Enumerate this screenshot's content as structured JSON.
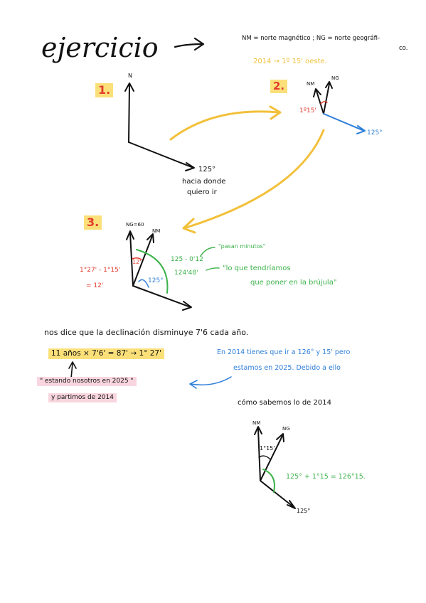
{
  "title": "ejercicio",
  "legend": {
    "nm_def": "NM = norte magnético ; NG = norte geográfi-",
    "nm_def_cont": "co.",
    "year_note": "2014 → 1º 15' oeste."
  },
  "step1": {
    "number": "1.",
    "north": "N",
    "angle": "125°",
    "caption_line1": "hacia donde",
    "caption_line2": "quiero ir"
  },
  "step2": {
    "number": "2.",
    "nm": "NM",
    "ng": "NG",
    "decl": "1º15'",
    "angle": "125°"
  },
  "step3": {
    "number": "3.",
    "ng": "NG=60",
    "nm": "NM",
    "angle_small": "12'",
    "angle": "125°",
    "calc_line1": "1°27' - 1°15'",
    "calc_line2": "= 12'",
    "sub": "125 - 0'12",
    "result": "124'48'",
    "note_minutes": "\"pasan minutos\"",
    "note_line1": "\"lo que tendríamos",
    "note_line2": "que poner en la brújula\""
  },
  "statement": "nos dice que la declinación disminuye 7'6 cada año.",
  "years_calc": "11 años × 7'6' = 87' → 1° 27'",
  "pink_line1": "\" estando nosotros en 2025 \"",
  "pink_line2": "y partimos de 2014",
  "blue_line1": "En 2014 tienes que ir a 126° y 15' pero",
  "blue_line2": "estamos en 2025. Debido a ello",
  "how_know": "cómo sabemos lo de 2014",
  "step4": {
    "nm": "NM",
    "ng": "NG",
    "decl": "1°15'",
    "sum": "125° + 1°15 = 126°15.",
    "angle": "125°"
  }
}
